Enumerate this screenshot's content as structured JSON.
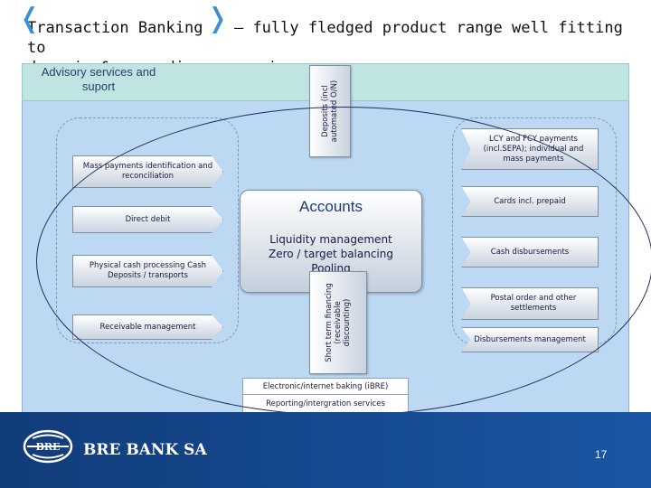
{
  "title": {
    "line1_part1": "Transaction Banking",
    "line1_part2": "– fully fledged product range well fitting to",
    "line2": "dynamic & expanding companies"
  },
  "advisory": {
    "label": "Advisory services and suport"
  },
  "deposits": {
    "label": "Deposits (incl automated O/N)"
  },
  "short_term": {
    "label": "Short term financing (receivable discounting)"
  },
  "accounts": {
    "title": "Accounts",
    "line1": "Liquidity management",
    "line2": "Zero / target balancing",
    "line3": "Pooling"
  },
  "left_items": [
    {
      "label": "Mass payments identification and reconciliation"
    },
    {
      "label": "Direct debit"
    },
    {
      "label": "Physical cash processing Cash Deposits / transports"
    },
    {
      "label": "Receivable management"
    }
  ],
  "right_items": [
    {
      "label": "LCY and FCY payments (incl.SEPA); individual and mass payments"
    },
    {
      "label": "Cards incl. prepaid"
    },
    {
      "label": "Cash disbursements"
    },
    {
      "label": "Postal order and other settlements"
    },
    {
      "label": "Disbursements management"
    }
  ],
  "electronic": {
    "line1": "Electronic/internet baking (iBRE)",
    "line2": "Reporting/intergration services"
  },
  "footer": {
    "bank_name": "BRE BANK SA",
    "page_number": "17"
  },
  "colors": {
    "panel": "#bcd8f2",
    "advisory": "#bfe4e2",
    "footer": "#1a56a3",
    "bracket": "#3a8fd6"
  }
}
